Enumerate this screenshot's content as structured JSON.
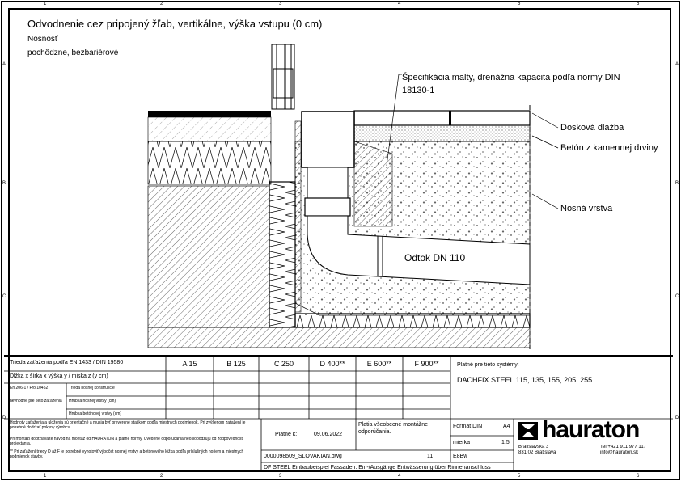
{
  "drawing": {
    "title": "Odvodnenie cez pripojený žľab, vertikálne, výška vstupu (0 cm)",
    "load_label": "Nosnosť",
    "load_value": "pochôdzne, bezbariérové",
    "column_markers": [
      "1",
      "2",
      "3",
      "4",
      "5",
      "6"
    ],
    "row_markers": [
      "A",
      "B",
      "C",
      "D"
    ],
    "callouts": {
      "mortar_line1": "Špecifikácia malty, drenážna kapacita podľa normy DIN",
      "mortar_line2": "18130-1",
      "paving": "Dosková dlažba",
      "concrete": "Betón z kamennej drviny",
      "base": "Nosná vrstva",
      "outlet": "Odtok DN 110"
    }
  },
  "title_block": {
    "load_class_header": "Trieda zaťaženia podľa EN 1433 / DIN 19580",
    "dimensions_header": "Dĺžka x šírka x výška y / miska z (v cm)",
    "classes": [
      "A 15",
      "B 125",
      "C 250",
      "D 400**",
      "E 600**",
      "F 900**"
    ],
    "concrete_norm": "En 206-1 / Fro 10452",
    "concrete_note": "nevhodné pre tieto zaťaženia",
    "rows": [
      "Trieda nosnej konštrukcie",
      "Hrúbka nosnej vrstvy (cm)",
      "Hrúbka betónovej vrstvy (cm)"
    ],
    "notes": [
      "Hodnoty zaťaženia a uloženia sú orientačné a musia byť preverené statikom podľa miestnych podmienok. Pri zvýšenom zaťažení je potrebné dodržať pokyny výrobcu.",
      "Pri montáži dodržiavajte návod na montáž od HAURATON a platné normy. Uvedené odporúčania neoslobodzujú od zodpovednosti projektanta.",
      "** Pri zaťažení triedy D až F je potrebné vyhotoviť výpočet nosnej vrstvy a betónového lôžka podľa príslušných noriem a miestnych podmienok stavby."
    ],
    "systems_label": "Platné pre tieto systémy:",
    "systems": "DACHFIX STEEL 115, 135, 155, 205, 255",
    "valid_label": "Platné k:",
    "valid_date": "09.06.2022",
    "general_note": "Platia všeobecné montážne odporúčania.",
    "format_label": "Formát DIN",
    "format_value": "A4",
    "scale_label": "mierka",
    "scale_value": "1:5",
    "filename": "0000098509_SLOVAKIAN.dwg",
    "sheet": "11",
    "code": "E8Bw",
    "description": "DF STEEL Einbaubeispiel Fassaden. Ein-/Ausgänge Entwässerung über Rinnenanschluss",
    "company": "hauraton",
    "address_line1": "Bratislavská 3",
    "address_line2": "831 02 Bratislava",
    "phone": "Tel +421 911 977 117",
    "email": "info@hauraton.sk"
  }
}
